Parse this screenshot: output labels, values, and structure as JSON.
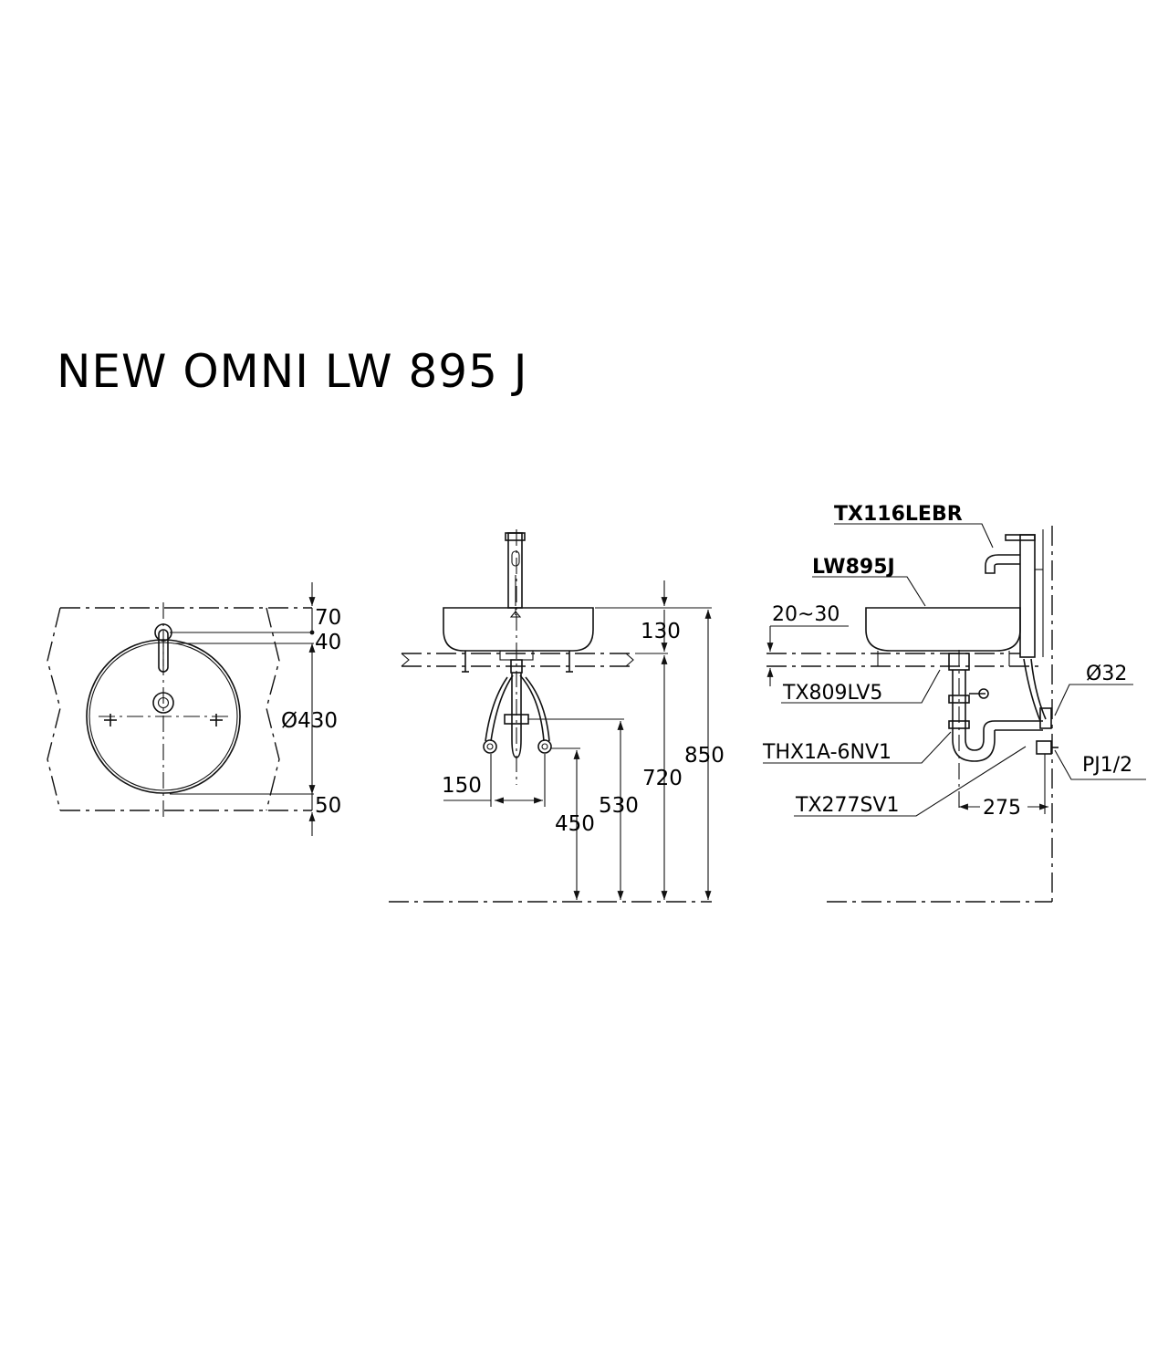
{
  "title": "NEW OMNI LW 895 J",
  "top_view": {
    "dims": {
      "d70": "70",
      "d40": "40",
      "diameter": "Ø430",
      "d50": "50"
    }
  },
  "front_view": {
    "dims": {
      "d130": "130",
      "d850": "850",
      "d720": "720",
      "d530": "530",
      "d450": "450",
      "d150": "150"
    }
  },
  "side_view": {
    "parts": {
      "faucet": "TX116LEBR",
      "basin": "LW895J",
      "waste": "TX809LV5",
      "trap": "THX1A-6NV1",
      "valve": "TX277SV1",
      "pipe_dia": "Ø32",
      "connection": "PJ1/2"
    },
    "dims": {
      "counter_thickness": "20~30",
      "d275": "275"
    }
  },
  "colors": {
    "line": "#111111",
    "background": "#ffffff"
  }
}
